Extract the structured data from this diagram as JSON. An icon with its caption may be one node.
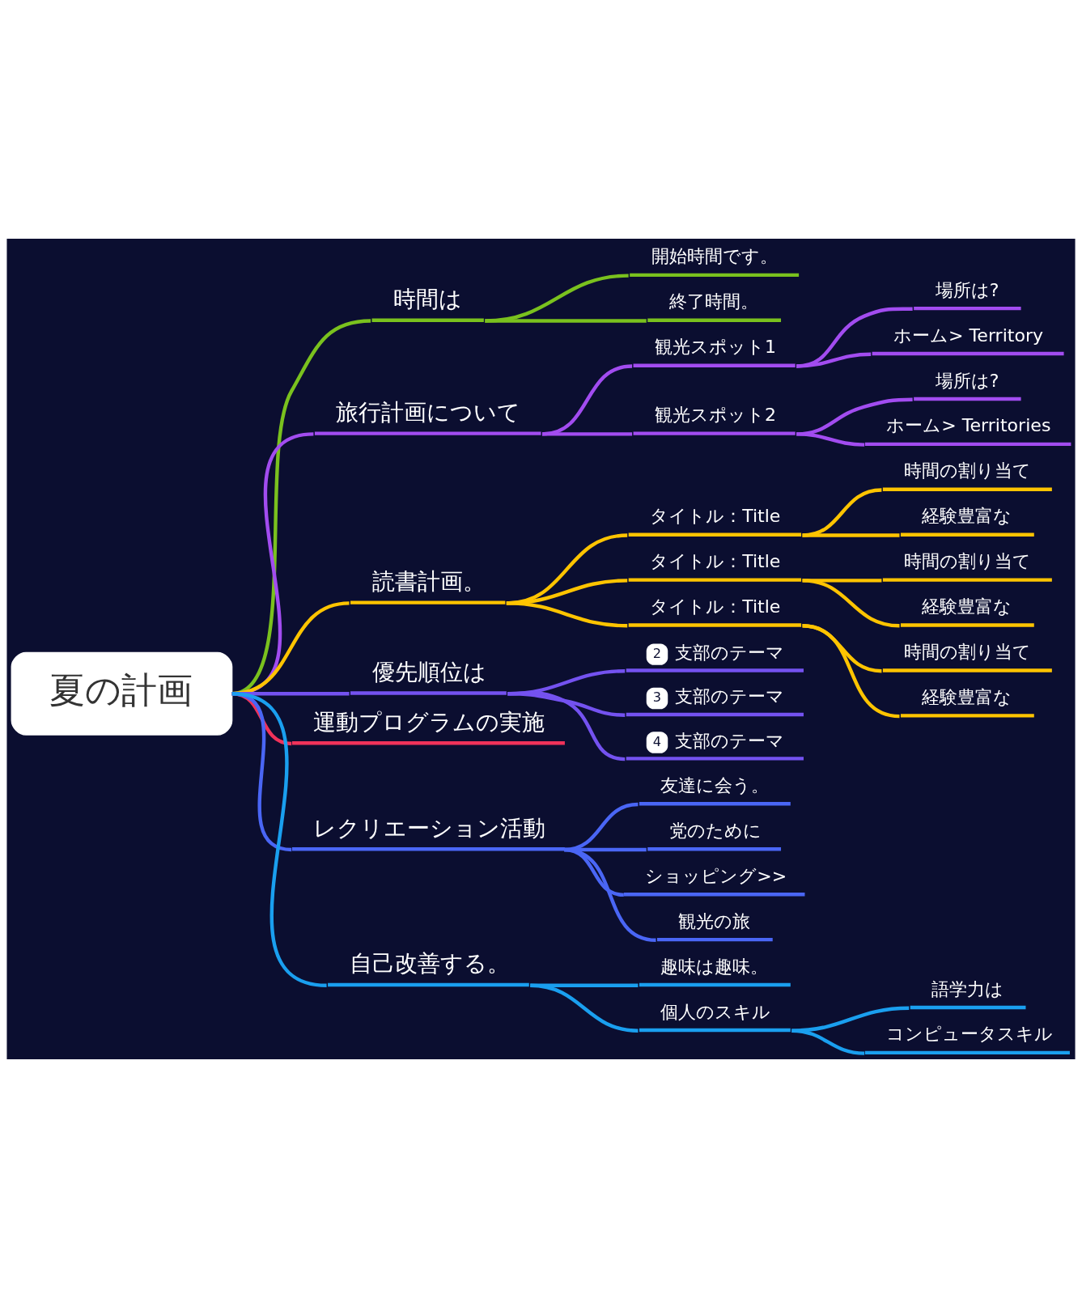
{
  "diagram": {
    "nodes": [
      {
        "text": [
          "夏の計画"
        ]
      },
      {
        "text": [
          "時間は"
        ]
      },
      {
        "text": [
          "開始時間です。"
        ]
      },
      {
        "text": [
          "終了時間。"
        ]
      },
      {
        "text": [
          "旅行計画について"
        ]
      },
      {
        "text": [
          "観光スポット1"
        ]
      },
      {
        "text": [
          "場所は?"
        ]
      },
      {
        "text": [
          "ホーム> Territory"
        ]
      },
      {
        "text": [
          "観光スポット2"
        ]
      },
      {
        "text": [
          "場所は?"
        ]
      },
      {
        "text": [
          "ホーム> Territories"
        ]
      },
      {
        "text": [
          "読書計画。"
        ]
      },
      {
        "text": [
          "タイトル：Title"
        ]
      },
      {
        "text": [
          "時間の割り当て"
        ]
      },
      {
        "text": [
          "経験豊富な"
        ]
      },
      {
        "text": [
          "タイトル：Title"
        ]
      },
      {
        "text": [
          "時間の割り当て"
        ]
      },
      {
        "text": [
          "経験豊富な"
        ]
      },
      {
        "text": [
          "タイトル：Title"
        ]
      },
      {
        "text": [
          "時間の割り当て"
        ]
      },
      {
        "text": [
          "経験豊富な"
        ]
      },
      {
        "text": [
          "優先順位は"
        ]
      },
      {
        "text": [
          "2",
          "支部のテーマ"
        ]
      },
      {
        "text": [
          "3",
          "支部のテーマ"
        ]
      },
      {
        "text": [
          "4",
          "支部のテーマ"
        ]
      },
      {
        "text": [
          "運動プログラムの実施"
        ]
      },
      {
        "text": [
          "レクリエーション活動"
        ]
      },
      {
        "text": [
          "友達に会う。"
        ]
      },
      {
        "text": [
          "党のために"
        ]
      },
      {
        "text": [
          "ショッピング>>"
        ]
      },
      {
        "text": [
          "観光の旅"
        ]
      },
      {
        "text": [
          "自己改善する。"
        ]
      },
      {
        "text": [
          "趣味は趣味。"
        ]
      },
      {
        "text": [
          "個人のスキル"
        ]
      },
      {
        "text": [
          "語学力は"
        ]
      },
      {
        "text": [
          "コンピュータスキル"
        ]
      }
    ],
    "edges": [
      {
        "from": 0,
        "to": 1,
        "arrow": "none",
        "color": "#7ac11e"
      },
      {
        "from": 1,
        "to": 2,
        "arrow": "none",
        "color": "#7ac11e"
      },
      {
        "from": 1,
        "to": 3,
        "arrow": "none",
        "color": "#7ac11e"
      },
      {
        "from": 0,
        "to": 4,
        "arrow": "none",
        "color": "#a24cf0"
      },
      {
        "from": 4,
        "to": 5,
        "arrow": "none",
        "color": "#a24cf0"
      },
      {
        "from": 5,
        "to": 6,
        "arrow": "none",
        "color": "#a24cf0"
      },
      {
        "from": 5,
        "to": 7,
        "arrow": "none",
        "color": "#a24cf0"
      },
      {
        "from": 4,
        "to": 8,
        "arrow": "none",
        "color": "#a24cf0"
      },
      {
        "from": 8,
        "to": 9,
        "arrow": "none",
        "color": "#a24cf0"
      },
      {
        "from": 8,
        "to": 10,
        "arrow": "none",
        "color": "#a24cf0"
      },
      {
        "from": 0,
        "to": 11,
        "arrow": "none",
        "color": "#ffc400"
      },
      {
        "from": 11,
        "to": 12,
        "arrow": "none",
        "color": "#ffc400"
      },
      {
        "from": 12,
        "to": 13,
        "arrow": "none",
        "color": "#ffc400"
      },
      {
        "from": 12,
        "to": 14,
        "arrow": "none",
        "color": "#ffc400"
      },
      {
        "from": 11,
        "to": 15,
        "arrow": "none",
        "color": "#ffc400"
      },
      {
        "from": 15,
        "to": 16,
        "arrow": "none",
        "color": "#ffc400"
      },
      {
        "from": 15,
        "to": 17,
        "arrow": "none",
        "color": "#ffc400"
      },
      {
        "from": 11,
        "to": 18,
        "arrow": "none",
        "color": "#ffc400"
      },
      {
        "from": 18,
        "to": 19,
        "arrow": "none",
        "color": "#ffc400"
      },
      {
        "from": 18,
        "to": 20,
        "arrow": "none",
        "color": "#ffc400"
      },
      {
        "from": 0,
        "to": 21,
        "arrow": "none",
        "color": "#7452f0"
      },
      {
        "from": 21,
        "to": 22,
        "arrow": "none",
        "color": "#7452f0"
      },
      {
        "from": 21,
        "to": 23,
        "arrow": "none",
        "color": "#7452f0"
      },
      {
        "from": 21,
        "to": 24,
        "arrow": "none",
        "color": "#7452f0"
      },
      {
        "from": 0,
        "to": 25,
        "arrow": "none",
        "color": "#f0325a"
      },
      {
        "from": 0,
        "to": 26,
        "arrow": "none",
        "color": "#4a66f5"
      },
      {
        "from": 26,
        "to": 27,
        "arrow": "none",
        "color": "#4a66f5"
      },
      {
        "from": 26,
        "to": 28,
        "arrow": "none",
        "color": "#4a66f5"
      },
      {
        "from": 26,
        "to": 29,
        "arrow": "none",
        "color": "#4a66f5"
      },
      {
        "from": 26,
        "to": 30,
        "arrow": "none",
        "color": "#4a66f5"
      },
      {
        "from": 0,
        "to": 31,
        "arrow": "none",
        "color": "#1a9fef"
      },
      {
        "from": 31,
        "to": 32,
        "arrow": "none",
        "color": "#1a9fef"
      },
      {
        "from": 31,
        "to": 33,
        "arrow": "none",
        "color": "#1a9fef"
      },
      {
        "from": 33,
        "to": 34,
        "arrow": "none",
        "color": "#1a9fef"
      },
      {
        "from": 33,
        "to": 35,
        "arrow": "none",
        "color": "#1a9fef"
      }
    ]
  }
}
